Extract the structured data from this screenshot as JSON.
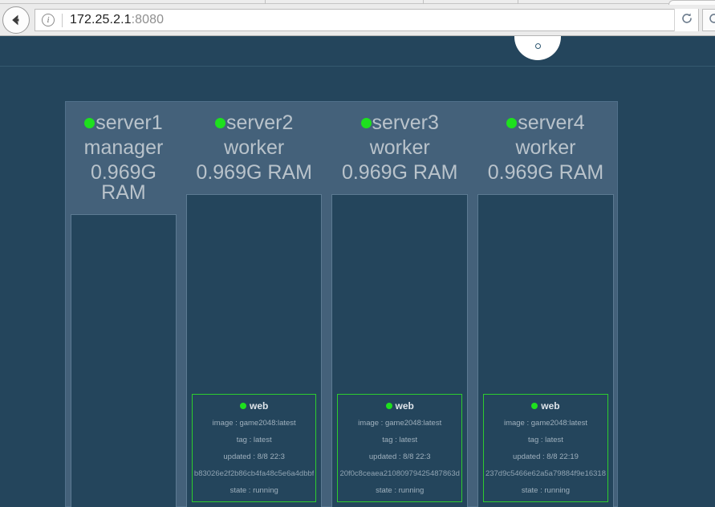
{
  "browser": {
    "back_icon": "back-arrow-icon",
    "info_icon": "page-info-icon",
    "url_host": "172.25.2.1",
    "url_port": ":8080",
    "reload_icon": "reload-icon",
    "extra_icon": "reload-icon"
  },
  "page": {
    "logo_label": "",
    "panel_name": "swarm-node-panel"
  },
  "nodes": [
    {
      "name": "server1",
      "role": "manager",
      "ram": "0.969G RAM",
      "status": "up",
      "containers": []
    },
    {
      "name": "server2",
      "role": "worker",
      "ram": "0.969G RAM",
      "status": "up",
      "containers": [
        {
          "title": "web",
          "image": "image : game2048:latest",
          "tag": "tag : latest",
          "updated": "updated : 8/8 22:3",
          "hash": "b83026e2f2b86cb4fa48c5e6a4dbbf",
          "state": "state : running"
        }
      ]
    },
    {
      "name": "server3",
      "role": "worker",
      "ram": "0.969G RAM",
      "status": "up",
      "containers": [
        {
          "title": "web",
          "image": "image : game2048:latest",
          "tag": "tag : latest",
          "updated": "updated : 8/8 22:3",
          "hash": "20f0c8ceaea21080979425487863d",
          "state": "state : running"
        }
      ]
    },
    {
      "name": "server4",
      "role": "worker",
      "ram": "0.969G RAM",
      "status": "up",
      "containers": [
        {
          "title": "web",
          "image": "image : game2048:latest",
          "tag": "tag : latest",
          "updated": "updated : 8/8 22:19",
          "hash": "237d9c5466e62a5a79884f9e16318",
          "state": "state : running"
        }
      ]
    }
  ],
  "colors": {
    "page_bg": "#24455c",
    "panel_bg": "#44617a",
    "node_bg": "#24455c",
    "status_green": "#1ee01e",
    "card_border": "#2ecc2e",
    "text_muted": "#9fb0bd",
    "text_heading": "#b9c3cb"
  }
}
